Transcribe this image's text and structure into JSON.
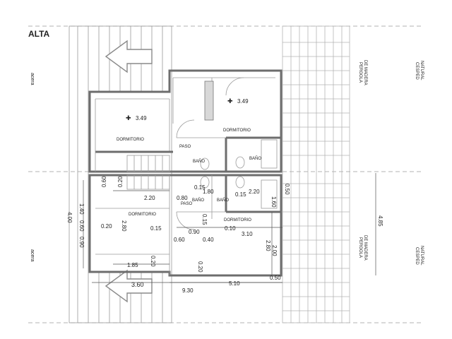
{
  "title": "ALTA",
  "left_labels": [
    "acera",
    "acera"
  ],
  "right_labels": {
    "pergola": [
      "PERGOLA",
      "DE MADERA"
    ],
    "cesped": [
      "CESPED",
      "NATURAL"
    ]
  },
  "rooms": {
    "dormitorio_1": "DORMITORIO",
    "dormitorio_2": "DORMITORIO",
    "dormitorio_3": "DORMITORIO",
    "dormitorio_4": "DORMITORIO",
    "paso_1": "PASO",
    "paso_2": "PASO",
    "bano_1": "BAÑO",
    "bano_2": "BAÑO",
    "bano_3": "BAÑO",
    "bano_4": "BAÑO"
  },
  "levels": {
    "level_1": "3.49",
    "level_2": "3.49"
  },
  "dimensions": {
    "d_060_a": "0.60",
    "d_020_a": "0.20",
    "d_220_a": "2.20",
    "d_080": "0.80",
    "d_015_a": "0.15",
    "d_180": "1.80",
    "d_015_b": "0.15",
    "d_220_b": "2.20",
    "d_050_a": "0.50",
    "d_140": "1.40",
    "d_060_b": "0.60",
    "d_090_a": "0.90",
    "d_400": "4.00",
    "d_020_b": "0.20",
    "d_280_a": "2.80",
    "d_015_c": "0.15",
    "d_090_b": "0.90",
    "d_015_d": "0.15",
    "d_010": "0.10",
    "d_310": "3.10",
    "d_060_c": "0.60",
    "d_040": "0.40",
    "d_200": "2.00",
    "d_280_b": "2.80",
    "d_185": "1.85",
    "d_020_c": "0.20",
    "d_020_d": "0.20",
    "d_360": "3.60",
    "d_510": "5.10",
    "d_050_b": "0.50",
    "d_930": "9.30",
    "d_160": "1.60",
    "d_485": "4.85"
  }
}
